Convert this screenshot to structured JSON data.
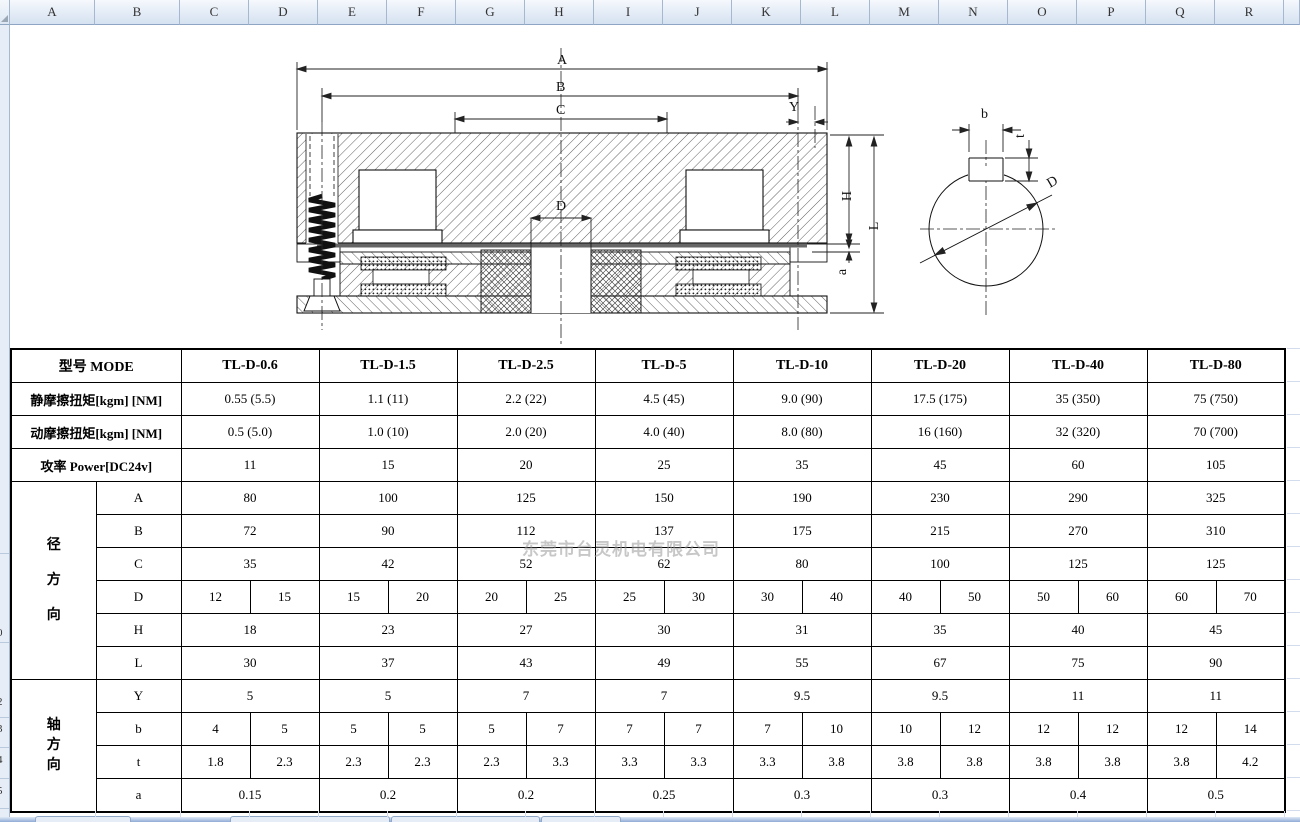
{
  "spreadsheet": {
    "column_headers": [
      "A",
      "B",
      "C",
      "D",
      "E",
      "F",
      "G",
      "H",
      "I",
      "J",
      "K",
      "L",
      "M",
      "N",
      "O",
      "P",
      "Q",
      "R"
    ],
    "row_numbers_partial": [
      "0",
      "2",
      "3",
      "4",
      "5"
    ]
  },
  "watermark": "东莞市台灵机电有限公司",
  "drawing": {
    "dimension_labels": {
      "A": "A",
      "B": "B",
      "C": "C",
      "D": "D",
      "Y": "Y",
      "H": "H",
      "L": "L",
      "a": "a"
    },
    "shaft_labels": {
      "b": "b",
      "t": "t",
      "D": "D"
    }
  },
  "table": {
    "header": {
      "label": "型号 MODE",
      "models": [
        "TL-D-0.6",
        "TL-D-1.5",
        "TL-D-2.5",
        "TL-D-5",
        "TL-D-10",
        "TL-D-20",
        "TL-D-40",
        "TL-D-80"
      ]
    },
    "rows": [
      {
        "label": "静摩擦扭矩[kgm] [NM]",
        "values": [
          "0.55 (5.5)",
          "1.1 (11)",
          "2.2 (22)",
          "4.5 (45)",
          "9.0 (90)",
          "17.5 (175)",
          "35 (350)",
          "75 (750)"
        ]
      },
      {
        "label": "动摩擦扭矩[kgm] [NM]",
        "values": [
          "0.5 (5.0)",
          "1.0 (10)",
          "2.0 (20)",
          "4.0 (40)",
          "8.0 (80)",
          "16 (160)",
          "32 (320)",
          "70 (700)"
        ]
      },
      {
        "label": "攻率 Power[DC24v]",
        "values": [
          "11",
          "15",
          "20",
          "25",
          "35",
          "45",
          "60",
          "105"
        ]
      }
    ],
    "groups": [
      {
        "label": "径方向",
        "rows": [
          {
            "label": "A",
            "values": [
              "80",
              "100",
              "125",
              "150",
              "190",
              "230",
              "290",
              "325"
            ]
          },
          {
            "label": "B",
            "values": [
              "72",
              "90",
              "112",
              "137",
              "175",
              "215",
              "270",
              "310"
            ]
          },
          {
            "label": "C",
            "values": [
              "35",
              "42",
              "52",
              "62",
              "80",
              "100",
              "125",
              "125"
            ]
          },
          {
            "label": "D",
            "split": true,
            "values": [
              [
                "12",
                "15"
              ],
              [
                "15",
                "20"
              ],
              [
                "20",
                "25"
              ],
              [
                "25",
                "30"
              ],
              [
                "30",
                "40"
              ],
              [
                "40",
                "50"
              ],
              [
                "50",
                "60"
              ],
              [
                "60",
                "70"
              ]
            ]
          },
          {
            "label": "H",
            "values": [
              "18",
              "23",
              "27",
              "30",
              "31",
              "35",
              "40",
              "45"
            ]
          },
          {
            "label": "L",
            "values": [
              "30",
              "37",
              "43",
              "49",
              "55",
              "67",
              "75",
              "90"
            ]
          }
        ]
      },
      {
        "label": "轴方向",
        "rows": [
          {
            "label": "Y",
            "values": [
              "5",
              "5",
              "7",
              "7",
              "9.5",
              "9.5",
              "11",
              "11"
            ]
          },
          {
            "label": "b",
            "split": true,
            "values": [
              [
                "4",
                "5"
              ],
              [
                "5",
                "5"
              ],
              [
                "5",
                "7"
              ],
              [
                "7",
                "7"
              ],
              [
                "7",
                "10"
              ],
              [
                "10",
                "12"
              ],
              [
                "12",
                "12"
              ],
              [
                "12",
                "14"
              ]
            ]
          },
          {
            "label": "t",
            "split": true,
            "values": [
              [
                "1.8",
                "2.3"
              ],
              [
                "2.3",
                "2.3"
              ],
              [
                "2.3",
                "3.3"
              ],
              [
                "3.3",
                "3.3"
              ],
              [
                "3.3",
                "3.8"
              ],
              [
                "3.8",
                "3.8"
              ],
              [
                "3.8",
                "3.8"
              ],
              [
                "3.8",
                "4.2"
              ]
            ]
          },
          {
            "label": "a",
            "values": [
              "0.15",
              "0.2",
              "0.2",
              "0.25",
              "0.3",
              "0.3",
              "0.4",
              "0.5"
            ]
          }
        ]
      }
    ]
  }
}
